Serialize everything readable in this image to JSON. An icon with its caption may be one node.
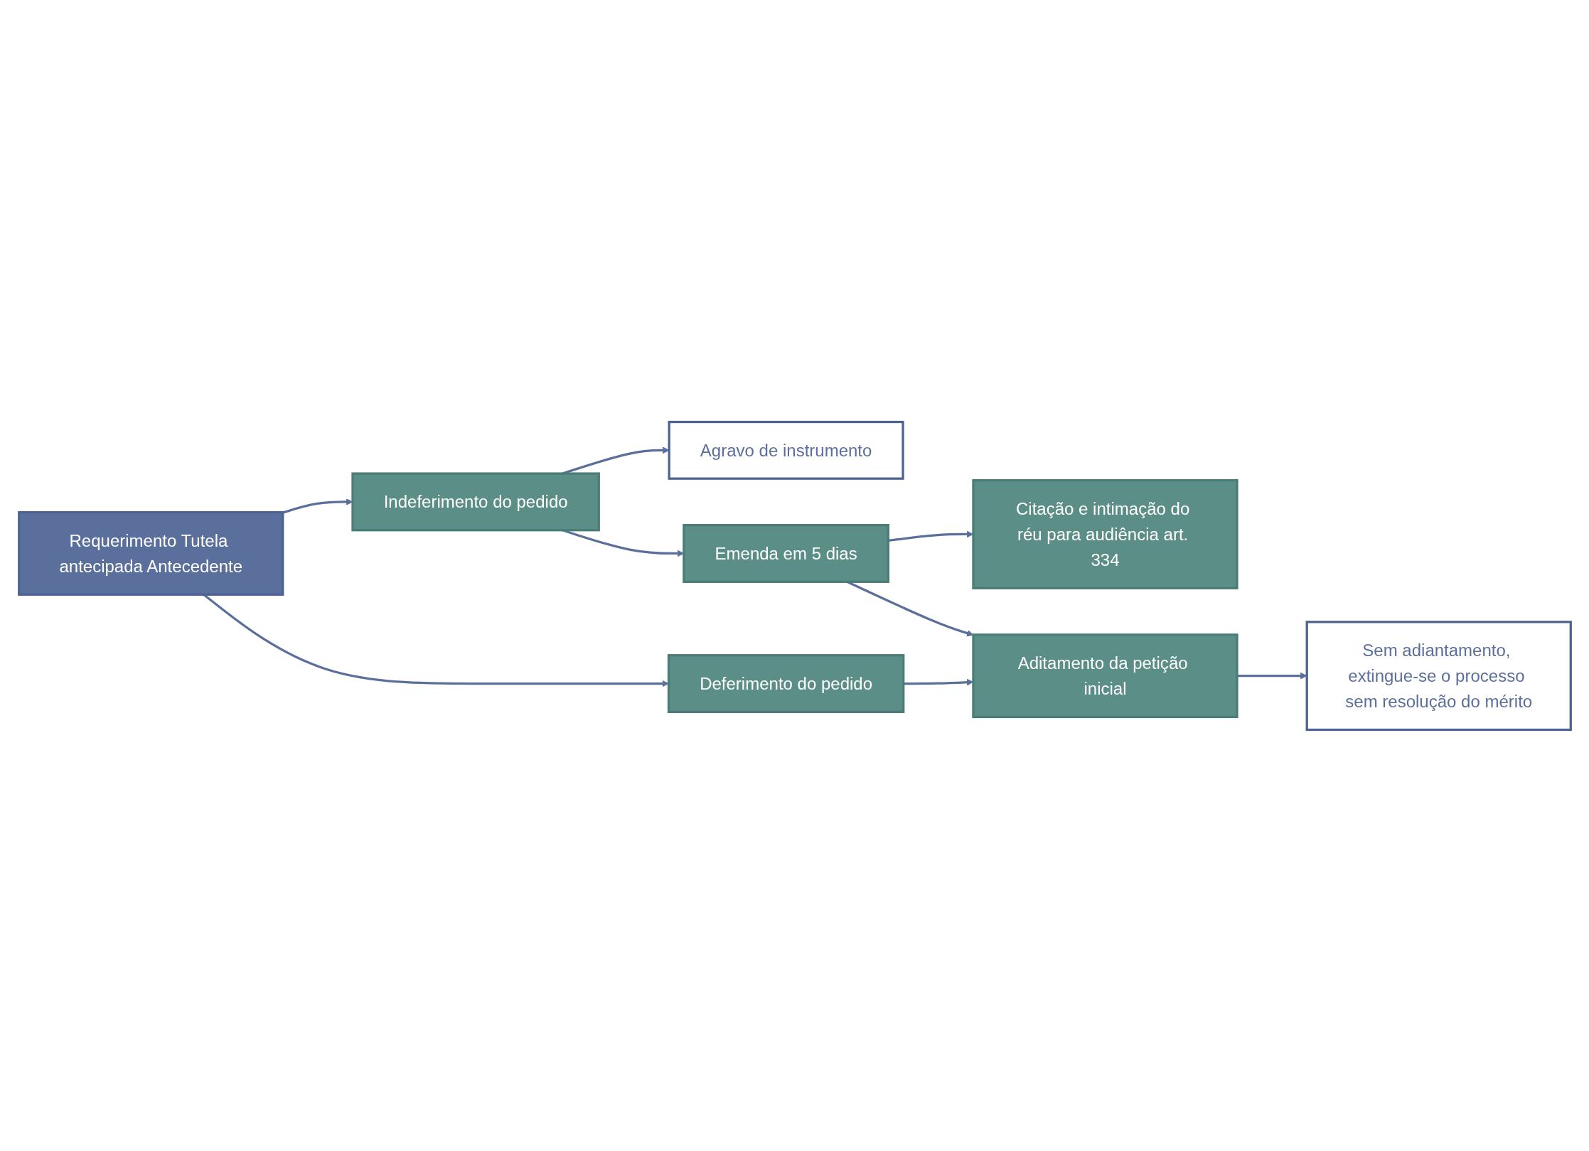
{
  "diagram": {
    "nodes": [
      {
        "text": [
          "Requerimento Tutela antecipada Antecedente"
        ]
      },
      {
        "text": [
          "Agravo de instrumento"
        ]
      },
      {
        "text": [
          "Indeferimento do pedido"
        ]
      },
      {
        "text": [
          "Emenda em 5 dias"
        ]
      },
      {
        "text": [
          "Citação e intimação do réu para audiência art. 334"
        ]
      },
      {
        "text": [
          "Deferimento do pedido"
        ]
      },
      {
        "text": [
          "Aditamento da petição inicial"
        ]
      },
      {
        "text": [
          "Sem adiantamento, extingue-se o processo sem resolução do mérito"
        ]
      }
    ],
    "edges": [
      {
        "from": 0,
        "to": 2,
        "arrow": "to"
      },
      {
        "from": 0,
        "to": 5,
        "arrow": "to"
      },
      {
        "from": 2,
        "to": 1,
        "arrow": "to"
      },
      {
        "from": 2,
        "to": 3,
        "arrow": "to"
      },
      {
        "from": 3,
        "to": 4,
        "arrow": "to"
      },
      {
        "from": 3,
        "to": 6,
        "arrow": "to"
      },
      {
        "from": 5,
        "to": 6,
        "arrow": "to"
      },
      {
        "from": 6,
        "to": 7,
        "arrow": "to"
      }
    ]
  }
}
